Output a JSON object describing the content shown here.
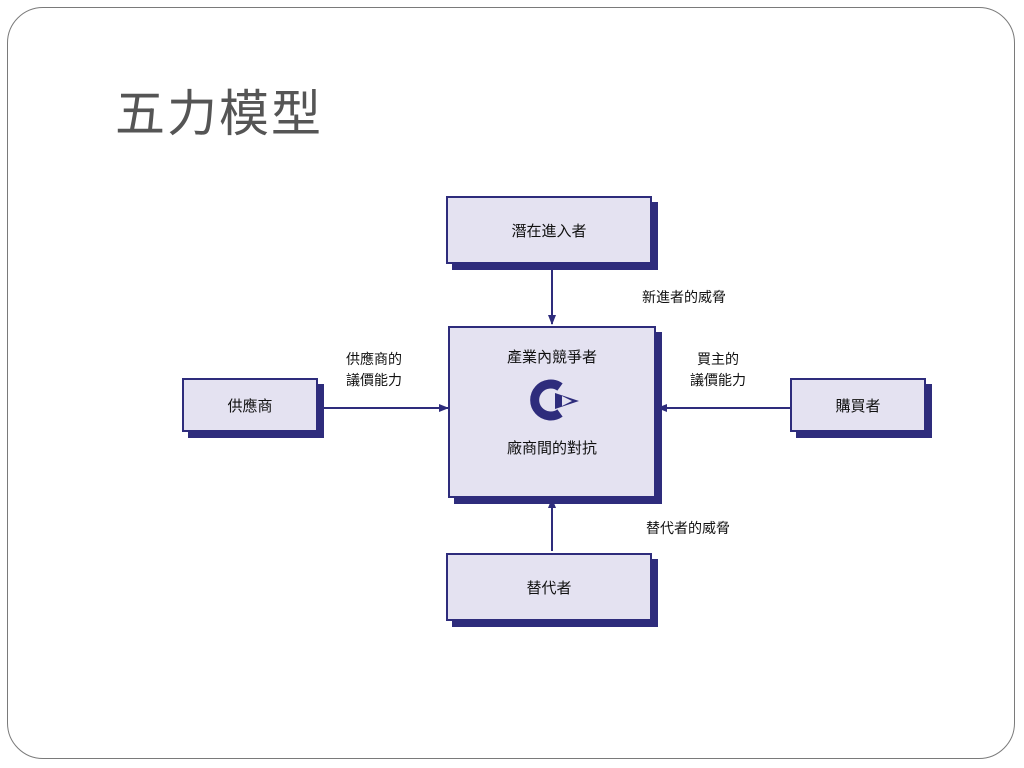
{
  "slide": {
    "title": "五力模型"
  },
  "diagram": {
    "nodes": {
      "potential_entrants": "潛在進入者",
      "industry_competitors": "產業內競爭者",
      "rivalry": "廠商間的對抗",
      "suppliers": "供應商",
      "buyers": "購買者",
      "substitutes": "替代者"
    },
    "edges": {
      "threat_new_entrants": "新進者的威脅",
      "supplier_power_line1": "供應商的",
      "supplier_power_line2": "議價能力",
      "buyer_power_line1": "買主的",
      "buyer_power_line2": "議價能力",
      "threat_substitutes": "替代者的威脅"
    },
    "colors": {
      "box_fill": "#e4e2f1",
      "box_border": "#2e2c7c",
      "arrow": "#2e2c7c"
    },
    "icons": {
      "rivalry": "circular-arrows-icon"
    }
  }
}
